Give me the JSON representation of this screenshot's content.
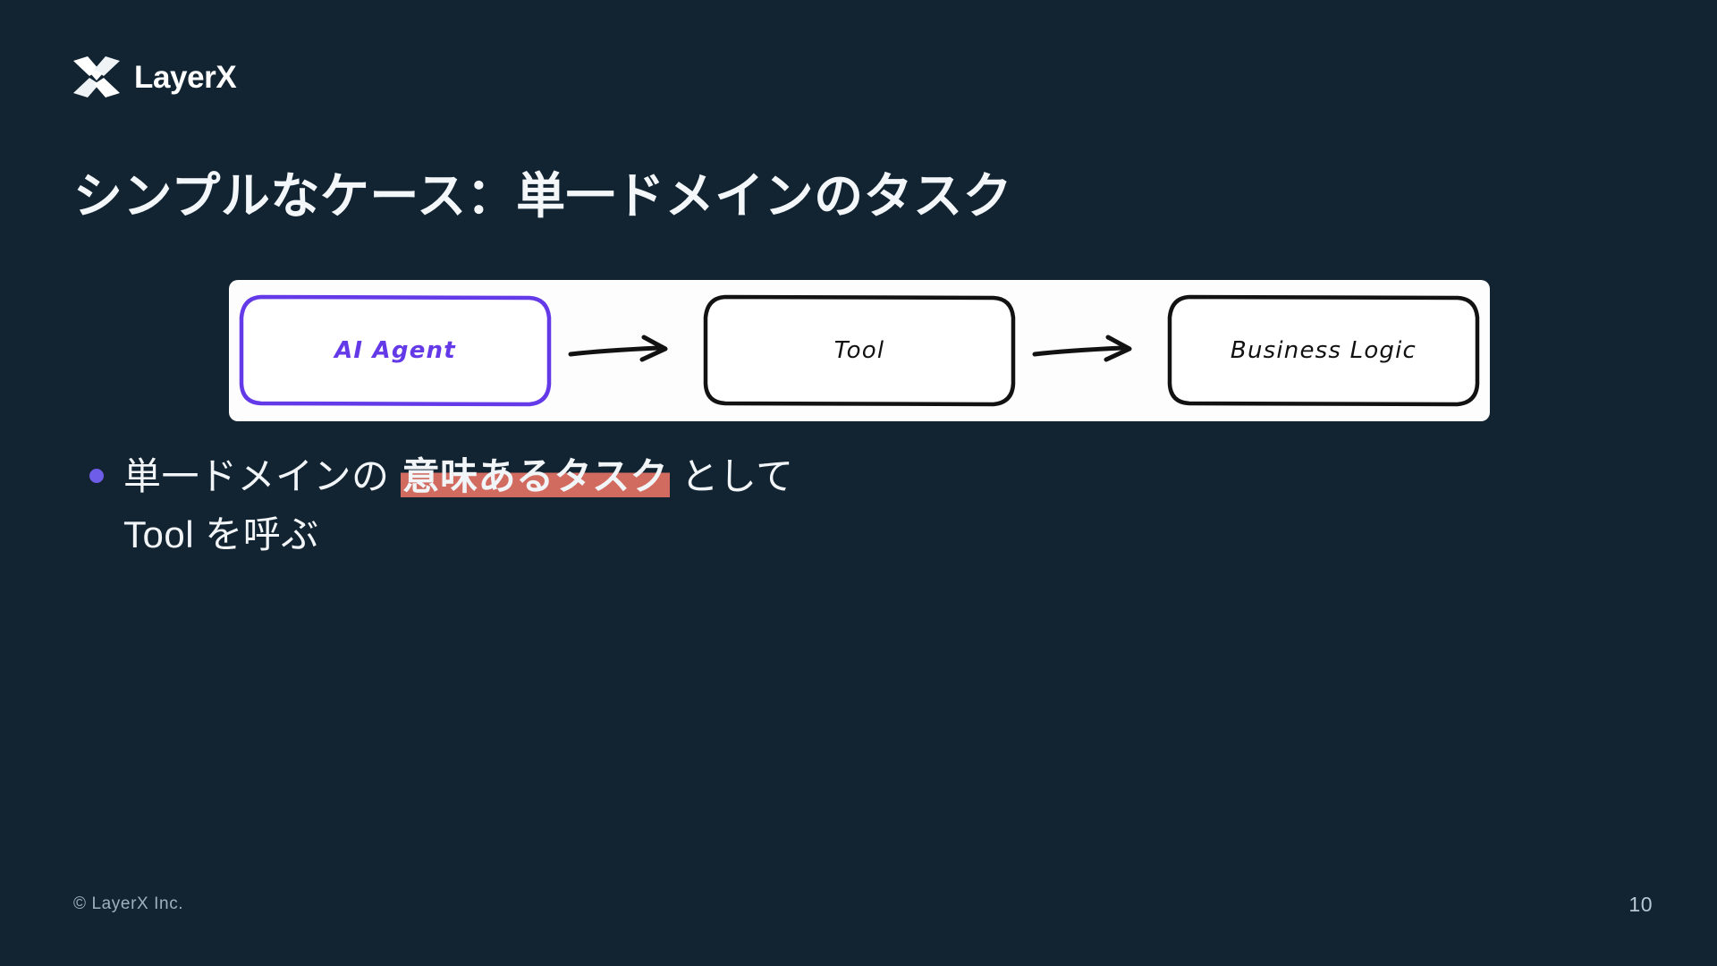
{
  "theme": {
    "background": "#122432",
    "text": "#f2f5f7",
    "accent_purple": "#6339e8",
    "bullet_purple": "#6d5de8",
    "highlight_red": "#d16a5f",
    "panel_white": "#fdfdfd",
    "footer_muted": "#9fb0bd"
  },
  "brand": {
    "name": "LayerX",
    "mark_icon": "layerx-x-mark-icon"
  },
  "title": "シンプルなケース：単一ドメインのタスク",
  "diagram": {
    "nodes": [
      {
        "label": "AI Agent",
        "accent": true
      },
      {
        "label": "Tool",
        "accent": false
      },
      {
        "label": "Business Logic",
        "accent": false
      }
    ],
    "arrows": [
      {
        "icon": "arrow-right-icon"
      },
      {
        "icon": "arrow-right-icon"
      }
    ]
  },
  "bullets": [
    {
      "dot_icon": "bullet-dot-icon",
      "segments": [
        {
          "text": "単一ドメインの ",
          "highlight": false
        },
        {
          "text": "意味あるタスク",
          "highlight": true
        },
        {
          "text": " として",
          "highlight": false
        }
      ],
      "line2": "Tool を呼ぶ"
    }
  ],
  "footer": {
    "copyright": "© LayerX Inc.",
    "page_number": "10"
  }
}
